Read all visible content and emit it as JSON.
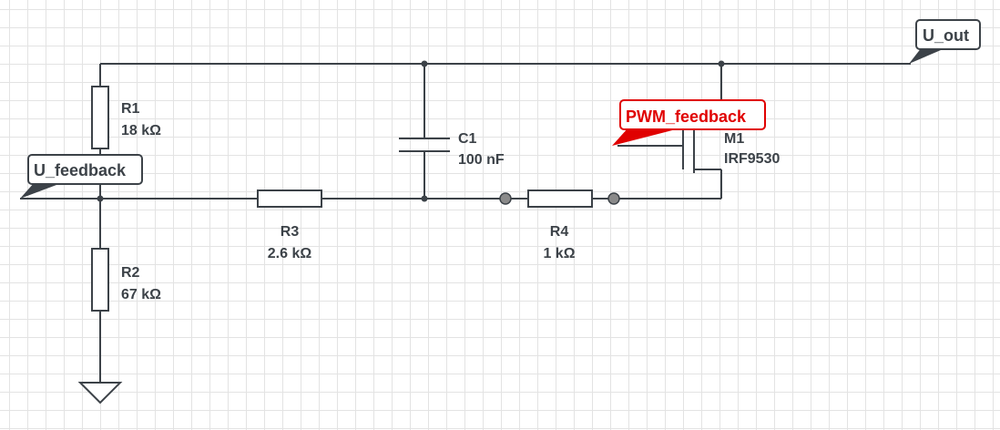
{
  "components": {
    "R1": {
      "name": "R1",
      "value": "18 kΩ"
    },
    "R2": {
      "name": "R2",
      "value": "67 kΩ"
    },
    "R3": {
      "name": "R3",
      "value": "2.6 kΩ"
    },
    "R4": {
      "name": "R4",
      "value": "1 kΩ"
    },
    "C1": {
      "name": "C1",
      "value": "100 nF"
    },
    "M1": {
      "name": "M1",
      "value": "IRF9530"
    }
  },
  "net_labels": {
    "u_out": "U_out",
    "u_feedback": "U_feedback",
    "pwm_feedback": "PWM_feedback"
  },
  "colors": {
    "wire": "#3c4248",
    "highlight": "#e00000",
    "grid": "#e3e3e3"
  }
}
